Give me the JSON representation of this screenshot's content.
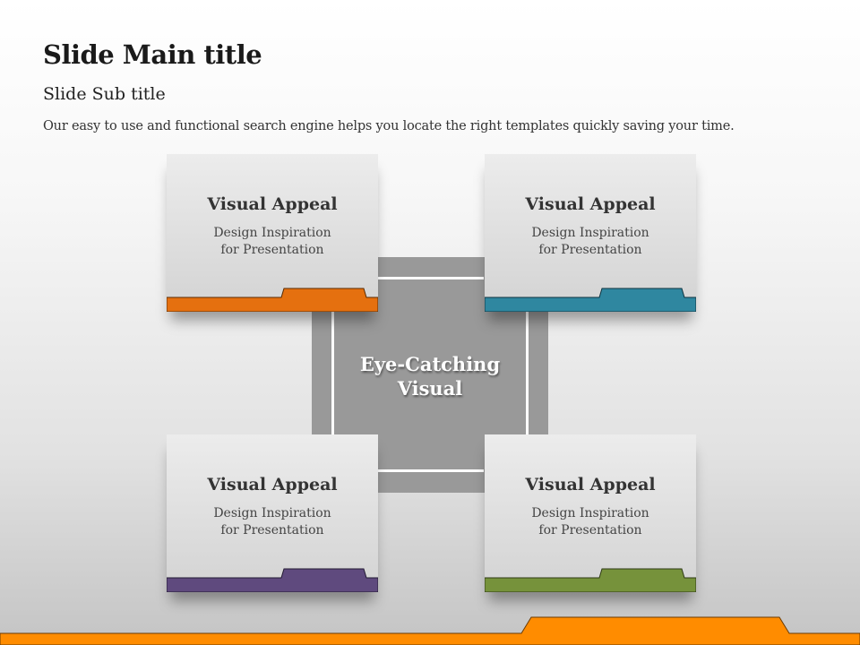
{
  "header": {
    "title": "Slide Main title",
    "subtitle": "Slide Sub title",
    "description": "Our easy to use and functional search engine helps you locate the right templates quickly saving your time."
  },
  "center": {
    "line1": "Eye-Catching",
    "line2": "Visual"
  },
  "cards": [
    {
      "title": "Visual Appeal",
      "line1": "Design Inspiration",
      "line2": "for Presentation",
      "color": "#e5700f"
    },
    {
      "title": "Visual Appeal",
      "line1": "Design Inspiration",
      "line2": "for Presentation",
      "color": "#2f87a0"
    },
    {
      "title": "Visual Appeal",
      "line1": "Design Inspiration",
      "line2": "for Presentation",
      "color": "#5f4a7e"
    },
    {
      "title": "Visual Appeal",
      "line1": "Design Inspiration",
      "line2": "for Presentation",
      "color": "#76923b"
    }
  ],
  "colors": {
    "footer": "#ff8c00"
  }
}
